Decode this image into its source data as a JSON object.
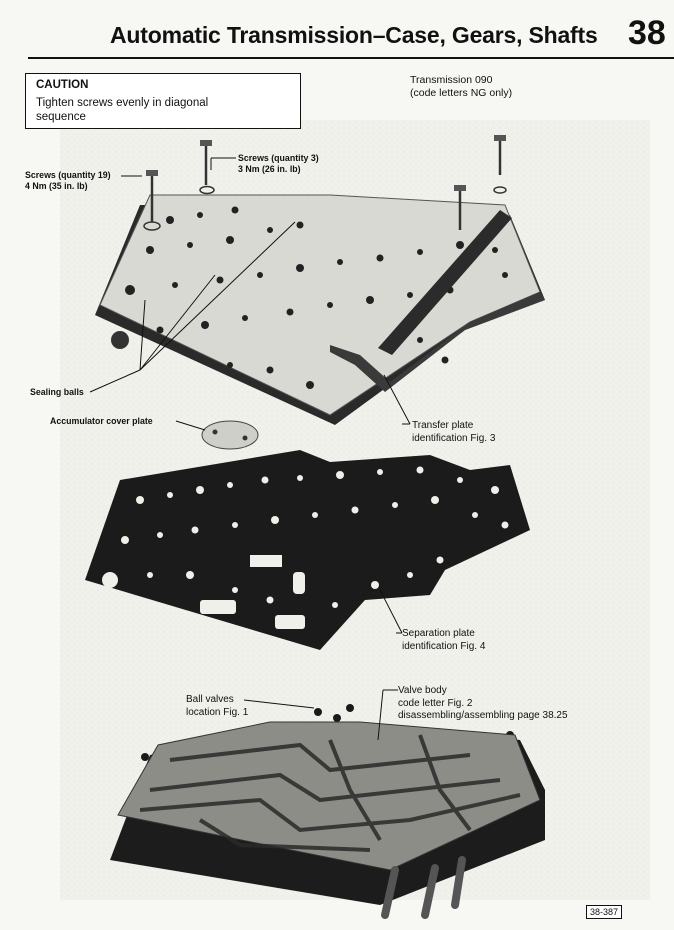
{
  "header": {
    "title": "Automatic Transmission–Case, Gears, Shafts",
    "chapter": "38"
  },
  "caution": {
    "title": "CAUTION",
    "text": "Tighten screws evenly in diagonal sequence"
  },
  "transmission_note": [
    "Transmission 090",
    "(code letters NG only)"
  ],
  "labels": {
    "screws_19": [
      "Screws (quantity 19)",
      "4 Nm (35 in. lb)"
    ],
    "screws_3": [
      "Screws (quantity 3)",
      "3 Nm (26 in. lb)"
    ],
    "sealing_balls": "Sealing balls",
    "accumulator_cover_plate": "Accumulator cover plate",
    "transfer_plate": [
      "Transfer plate",
      "identification Fig. 3"
    ],
    "separation_plate": [
      "Separation plate",
      "identification Fig. 4"
    ],
    "ball_valves": [
      "Ball valves",
      "location Fig. 1"
    ],
    "valve_body": [
      "Valve body",
      "code letter Fig. 2",
      "disassembling/assembling page 38.25"
    ]
  },
  "figure_ref": "38-387"
}
